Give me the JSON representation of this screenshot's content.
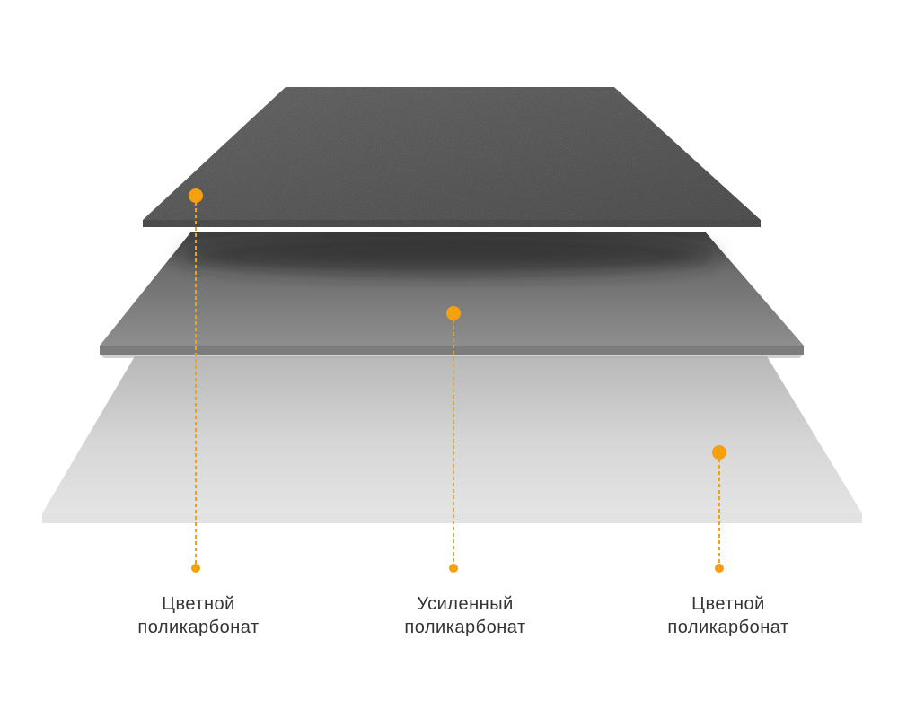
{
  "colors": {
    "accent": "#f5a00f",
    "top_sheet": "#7c7c7c",
    "middle_sheet": "#8a8a8a",
    "bottom_sheet": "#d4d4d4",
    "caption_text": "#333333"
  },
  "layers": [
    {
      "id": "top",
      "line1": "Цветной",
      "line2": "поликарбонат"
    },
    {
      "id": "middle",
      "line1": "Усиленный",
      "line2": "поликарбонат"
    },
    {
      "id": "bottom",
      "line1": "Цветной",
      "line2": "поликарбонат"
    }
  ]
}
